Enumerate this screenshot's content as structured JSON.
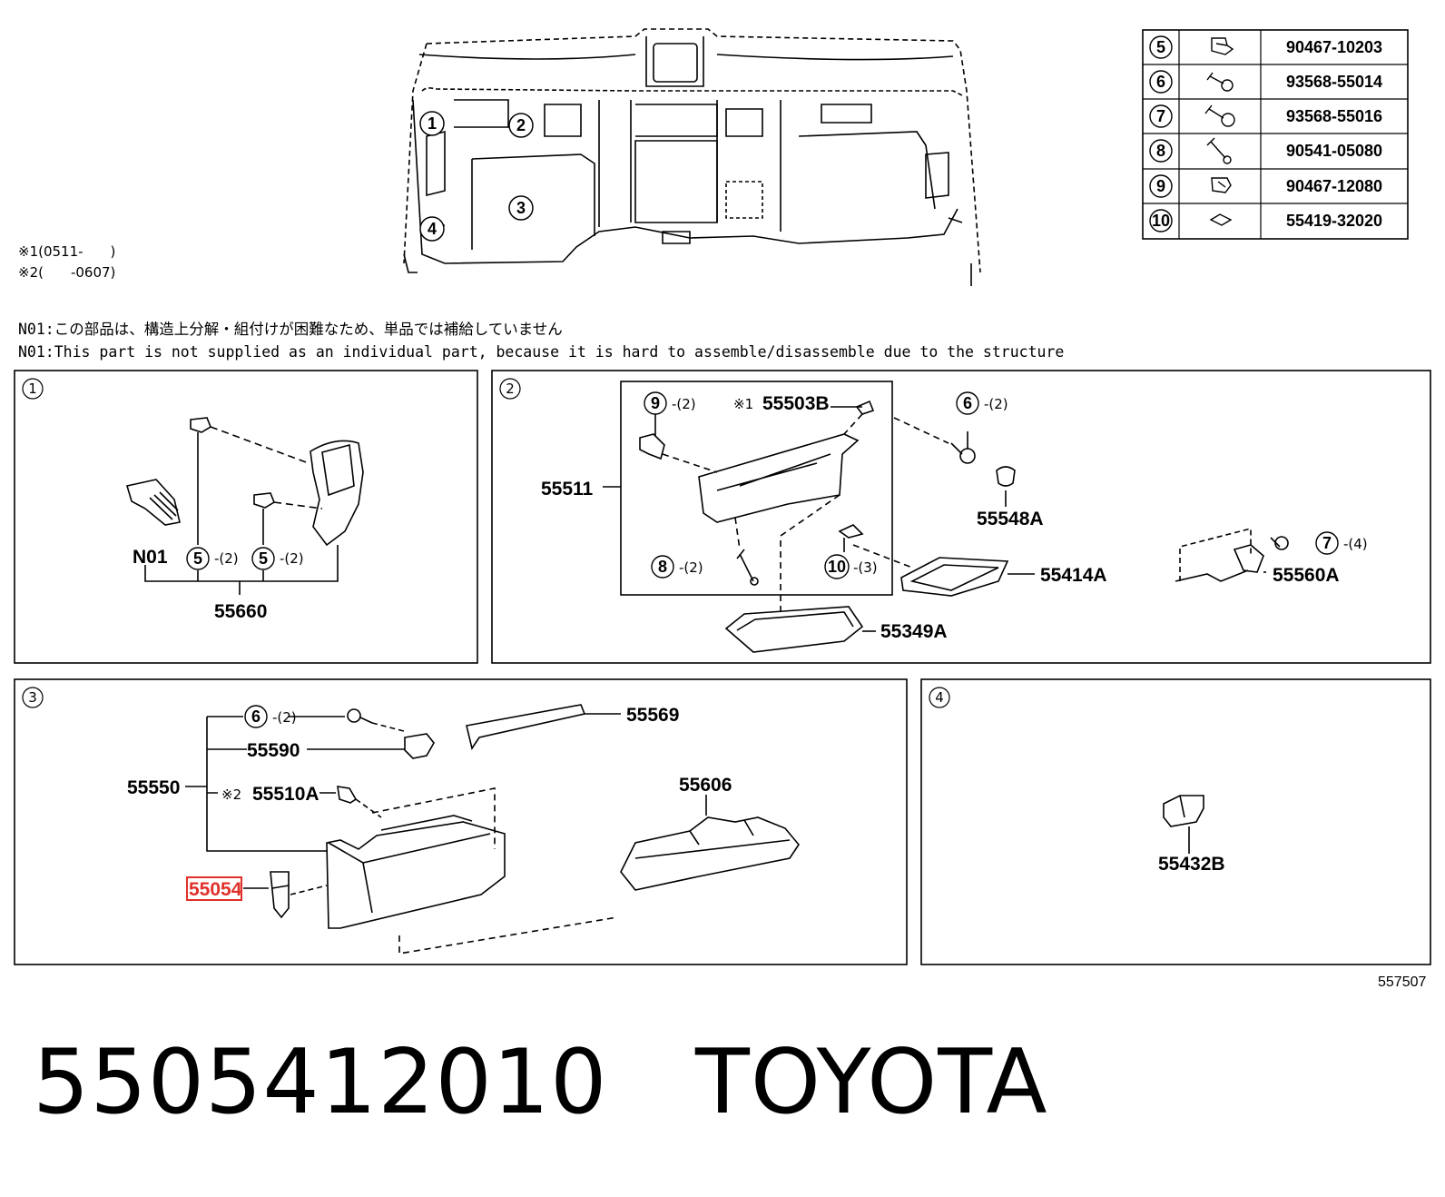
{
  "parts_table": [
    {
      "ref": "5",
      "part_no": "90467-10203",
      "icon": "clip-icon"
    },
    {
      "ref": "6",
      "part_no": "93568-55014",
      "icon": "screw-icon"
    },
    {
      "ref": "7",
      "part_no": "93568-55016",
      "icon": "screw-icon"
    },
    {
      "ref": "8",
      "part_no": "90541-05080",
      "icon": "bolt-icon"
    },
    {
      "ref": "9",
      "part_no": "90467-12080",
      "icon": "clip-icon"
    },
    {
      "ref": "10",
      "part_no": "55419-32020",
      "icon": "pad-icon"
    }
  ],
  "date_notes": {
    "n1": "※1(0511-　　)",
    "n2": "※2(　　-0607)"
  },
  "notes": {
    "jp": "N01:この部品は、構造上分解・組付けが困難なため、単品では補給していません",
    "en": "N01:This part is not supplied as an individual part, because it is hard to assemble/disassemble due to the structure"
  },
  "overview_callouts": [
    "1",
    "2",
    "3",
    "4"
  ],
  "panel1": {
    "num": "1",
    "n01": "N01",
    "c5a": "5",
    "q5a": "-(2)",
    "c5b": "5",
    "q5b": "-(2)",
    "assembly": "55660"
  },
  "panel2": {
    "num": "2",
    "c9": "9",
    "q9": "-(2)",
    "p55503b_mark": "※1",
    "p55503b": "55503B",
    "c6": "6",
    "q6": "-(2)",
    "p55511": "55511",
    "p55548a": "55548A",
    "c8": "8",
    "q8": "-(2)",
    "c10": "10",
    "q10": "-(3)",
    "p55414a": "55414A",
    "c7": "7",
    "q7": "-(4)",
    "p55560a": "55560A",
    "p55349a": "55349A"
  },
  "panel3": {
    "num": "3",
    "c6": "6",
    "q6": "-(2)",
    "p55590": "55590",
    "p55569": "55569",
    "p55550": "55550",
    "p55510a_mark": "※2",
    "p55510a": "55510A",
    "p55606": "55606",
    "p55054": "55054",
    "highlight_color": "#e0302a"
  },
  "panel4": {
    "num": "4",
    "p55432b": "55432B"
  },
  "diagram_id": "557507",
  "footer": {
    "part_number": "5505412010",
    "brand": "TOYOTA"
  }
}
